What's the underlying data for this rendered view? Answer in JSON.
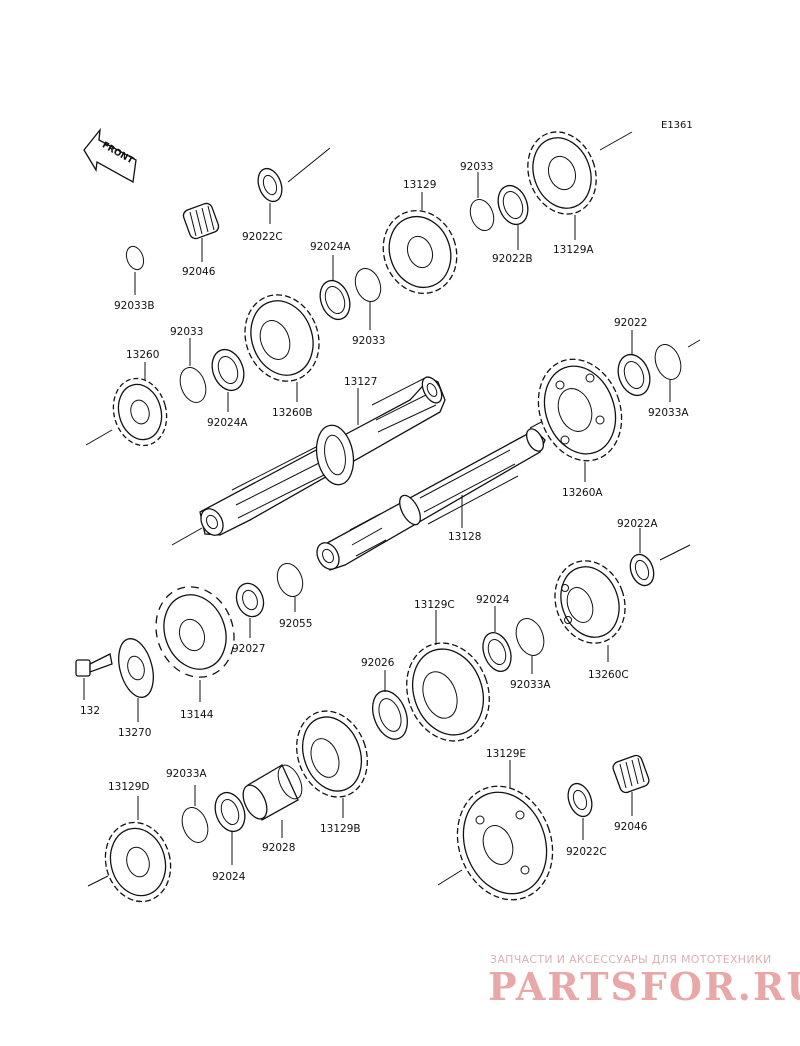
{
  "diagram": {
    "ref_code": "E1361",
    "front_label": "FRONT",
    "watermark": {
      "line1": "ЗАПЧАСТИ И АКСЕССУАРЫ ДЛЯ МОТОТЕХНИКИ",
      "line2": "PARTSFOR.RU"
    },
    "parts": [
      {
        "id": "92022C",
        "label": "92022C"
      },
      {
        "id": "92046",
        "label": "92046"
      },
      {
        "id": "92033B",
        "label": "92033B"
      },
      {
        "id": "92024A",
        "label": "92024A"
      },
      {
        "id": "92033",
        "label": "92033"
      },
      {
        "id": "13129",
        "label": "13129"
      },
      {
        "id": "92022B",
        "label": "92022B"
      },
      {
        "id": "13129A",
        "label": "13129A"
      },
      {
        "id": "13260",
        "label": "13260"
      },
      {
        "id": "13260B",
        "label": "13260B"
      },
      {
        "id": "13127",
        "label": "13127"
      },
      {
        "id": "92022",
        "label": "92022"
      },
      {
        "id": "92033A",
        "label": "92033A"
      },
      {
        "id": "13260A",
        "label": "13260A"
      },
      {
        "id": "13128",
        "label": "13128"
      },
      {
        "id": "92022A",
        "label": "92022A"
      },
      {
        "id": "92027",
        "label": "92027"
      },
      {
        "id": "92055",
        "label": "92055"
      },
      {
        "id": "13129C",
        "label": "13129C"
      },
      {
        "id": "92024",
        "label": "92024"
      },
      {
        "id": "13260C",
        "label": "13260C"
      },
      {
        "id": "132",
        "label": "132"
      },
      {
        "id": "13270",
        "label": "13270"
      },
      {
        "id": "13144",
        "label": "13144"
      },
      {
        "id": "92026",
        "label": "92026"
      },
      {
        "id": "13129D",
        "label": "13129D"
      },
      {
        "id": "13129B",
        "label": "13129B"
      },
      {
        "id": "92028",
        "label": "92028"
      },
      {
        "id": "13129E",
        "label": "13129E"
      }
    ]
  }
}
